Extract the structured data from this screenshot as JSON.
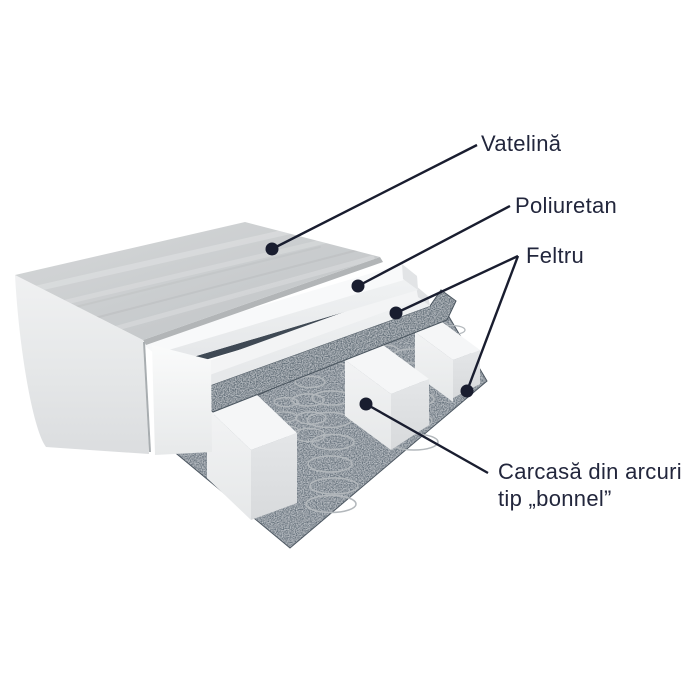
{
  "diagram": {
    "labels": {
      "vatelina": "Vatelină",
      "poliuretan": "Poliuretan",
      "feltru": "Feltru",
      "carcasa_line1": "Carcasă din arcuri",
      "carcasa_line2": "tip „bonnel”"
    },
    "colors": {
      "background": "#ffffff",
      "label_text": "#22263c",
      "leader_line": "#191d2f",
      "anchor_dot": "#191d2f",
      "cover_top_gray": "#c9ccce",
      "cover_lip": "#b2b5b7",
      "foam_white": "#f5f6f7",
      "foam_shadow": "#e0e2e4",
      "felt_dark": "#5d6a75",
      "felt_bottom": "#66727d",
      "spring_wire": "#b3b8bc",
      "seam_dark": "#3f4954"
    }
  }
}
